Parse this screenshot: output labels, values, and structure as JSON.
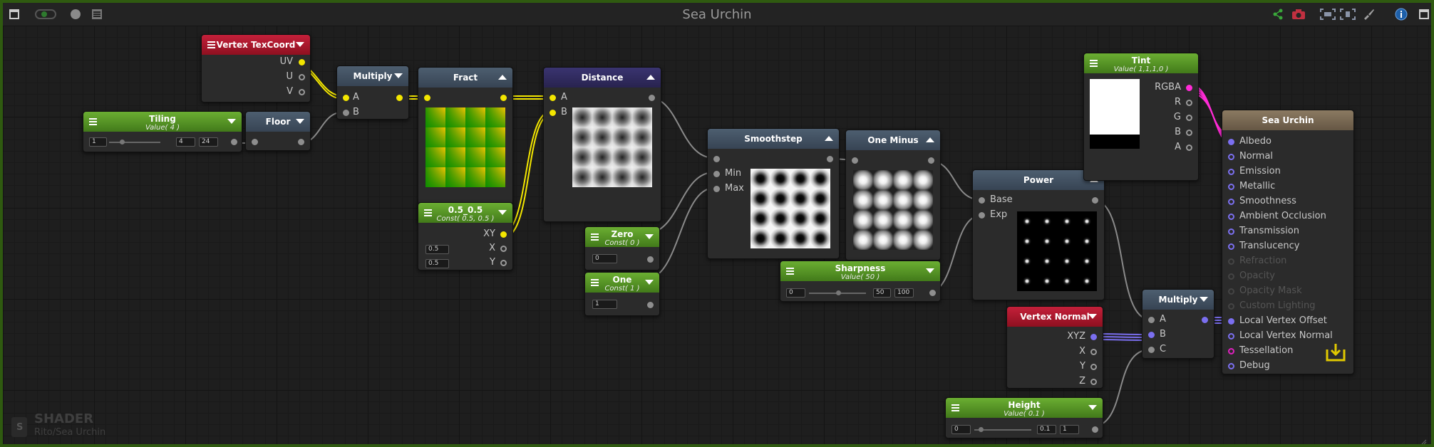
{
  "window": {
    "title": "Sea Urchin"
  },
  "toolbar": {
    "left_icons": [
      "maximize-icon",
      "live-preview-toggle-icon",
      "circle-icon",
      "texture-icon"
    ],
    "right_icons": [
      "share-icon",
      "camera-icon",
      "focus-icon",
      "fit-icon",
      "brush-icon",
      "info-icon"
    ]
  },
  "nodes": {
    "vertex_texcoord": {
      "title": "Vertex TexCoord",
      "outputs": [
        "UV",
        "U",
        "V"
      ]
    },
    "tiling": {
      "title": "Tiling",
      "subtitle": "Value( 4 )",
      "min": "1",
      "value": "4",
      "max": "24"
    },
    "floor": {
      "title": "Floor"
    },
    "multiply1": {
      "title": "Multiply",
      "inputs": [
        "A",
        "B"
      ]
    },
    "fract": {
      "title": "Fract"
    },
    "const05": {
      "title": "0.5_0.5",
      "subtitle": "Const( 0.5, 0.5 )",
      "outputs": [
        "XY",
        "X",
        "Y"
      ],
      "x": "0.5",
      "y": "0.5"
    },
    "distance": {
      "title": "Distance",
      "inputs": [
        "A",
        "B"
      ]
    },
    "zero": {
      "title": "Zero",
      "subtitle": "Const( 0 )",
      "value": "0"
    },
    "one": {
      "title": "One",
      "subtitle": "Const( 1 )",
      "value": "1"
    },
    "smoothstep": {
      "title": "Smoothstep",
      "inputs": [
        "Min",
        "Max"
      ]
    },
    "one_minus": {
      "title": "One Minus"
    },
    "sharpness": {
      "title": "Sharpness",
      "subtitle": "Value( 50 )",
      "min": "0",
      "value": "50",
      "max": "100"
    },
    "power": {
      "title": "Power",
      "inputs": [
        "Base",
        "Exp"
      ]
    },
    "tint": {
      "title": "Tint",
      "subtitle": "Value( 1,1,1,0 )",
      "outputs": [
        "RGBA",
        "R",
        "G",
        "B",
        "A"
      ]
    },
    "vertex_normal": {
      "title": "Vertex Normal",
      "outputs": [
        "XYZ",
        "X",
        "Y",
        "Z"
      ]
    },
    "height": {
      "title": "Height",
      "subtitle": "Value( 0.1 )",
      "min": "0",
      "value": "0.1",
      "max": "1"
    },
    "multiply2": {
      "title": "Multiply",
      "inputs": [
        "A",
        "B",
        "C"
      ]
    },
    "sea_urchin": {
      "title": "Sea Urchin",
      "inputs": [
        "Albedo",
        "Normal",
        "Emission",
        "Metallic",
        "Smoothness",
        "Ambient Occlusion",
        "Transmission",
        "Translucency",
        "Refraction",
        "Opacity",
        "Opacity Mask",
        "Custom Lighting",
        "Local Vertex Offset",
        "Local Vertex Normal",
        "Tessellation",
        "Debug"
      ]
    }
  },
  "footer": {
    "label": "SHADER",
    "path": "Rito/Sea Urchin"
  },
  "colors": {
    "frame": "#2f5a10",
    "wire_float": "#8a8a8a",
    "wire_vec2": "#f3e600",
    "wire_vec3": "#7b6ff0",
    "wire_vec4": "#ff2bd6"
  }
}
